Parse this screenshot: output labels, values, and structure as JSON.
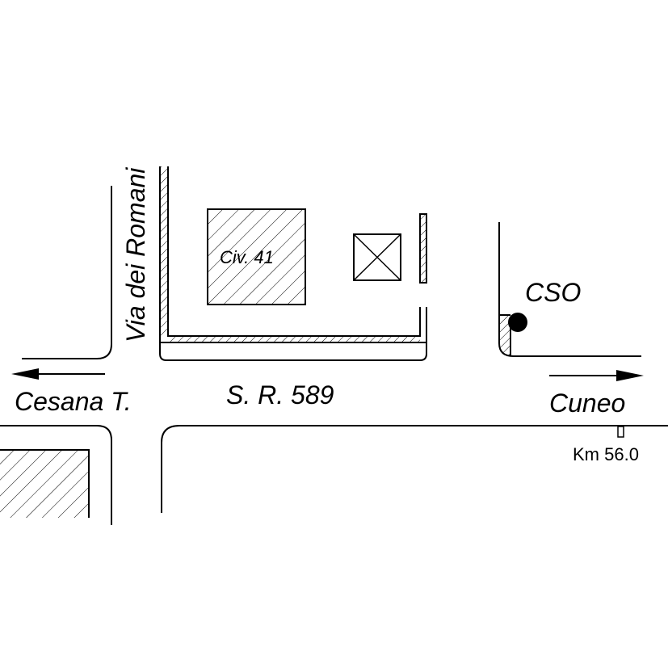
{
  "map": {
    "street_vertical": "Via dei Romani",
    "road_main": "S. R. 589",
    "building_label": "Civ. 41",
    "station_label": "CSO",
    "direction_west": "Cesana T.",
    "direction_east": "Cuneo",
    "km_marker": "Km 56.0",
    "colors": {
      "ink": "#000000",
      "background": "#ffffff"
    },
    "icons": [
      "arrow-left-icon",
      "arrow-right-icon",
      "station-dot-icon",
      "km-marker-icon",
      "crossed-box-icon"
    ]
  }
}
